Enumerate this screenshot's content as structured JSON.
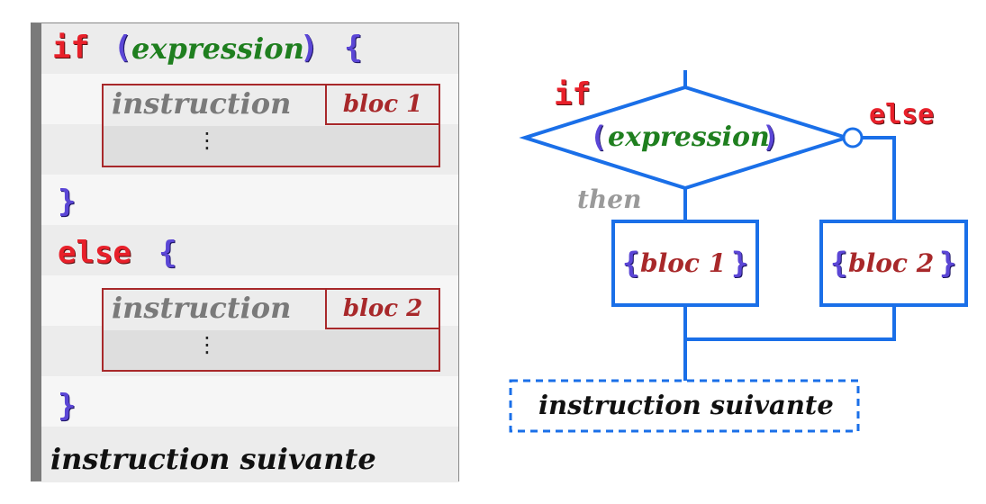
{
  "code": {
    "if_kw": "if",
    "open_paren": "(",
    "expression": "expression",
    "close_paren": ")",
    "open_brace": "{",
    "close_brace": "}",
    "instruction": "instruction",
    "bloc1": "bloc 1",
    "bloc2": "bloc 2",
    "ellipsis": "⋮",
    "else_kw": "else",
    "next_instruction": "instruction suivante"
  },
  "flow": {
    "if_label": "if",
    "else_label": "else",
    "then_label": "then",
    "open_paren": "(",
    "expression": "expression",
    "close_paren": ")",
    "bloc1_open": "{",
    "bloc1_label": "bloc 1",
    "bloc1_close": "}",
    "bloc2_open": "{",
    "bloc2_label": "bloc 2",
    "bloc2_close": "}",
    "next_instruction": "instruction suivante"
  },
  "colors": {
    "keyword": "#e8202a",
    "brace": "#5b46d6",
    "expression": "#1f7f1f",
    "bloc": "#a8282a",
    "flow_line": "#1a6fe8",
    "instruction": "#7a7a7a",
    "then": "#9a9a9a"
  }
}
